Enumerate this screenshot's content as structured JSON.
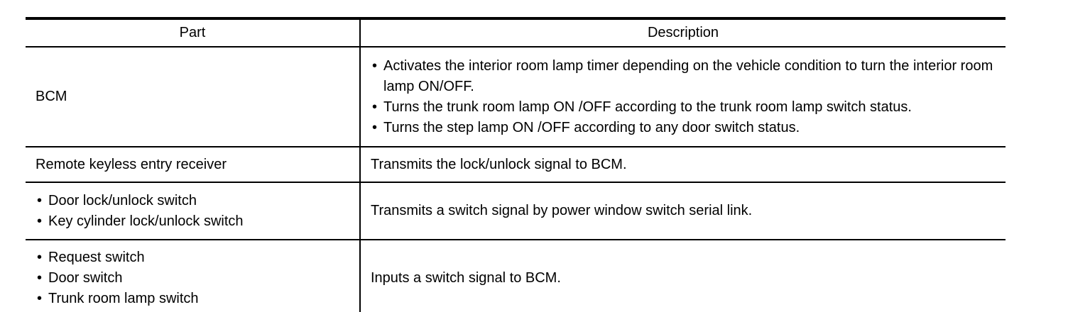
{
  "page": {
    "background_color": "#ffffff",
    "text_color": "#000000",
    "bullet_glyph": "•"
  },
  "table": {
    "headers": {
      "part": "Part",
      "description": "Description"
    },
    "rows": [
      {
        "part": {
          "text": "BCM"
        },
        "description": {
          "bullets": [
            "Activates the interior room lamp timer depending on the vehicle condition to turn the interior room lamp ON/OFF.",
            "Turns the trunk room lamp ON /OFF according to the trunk room lamp switch status.",
            "Turns the step lamp ON /OFF according to any door switch status."
          ]
        }
      },
      {
        "part": {
          "text": "Remote keyless entry receiver"
        },
        "description": {
          "text": "Transmits the lock/unlock signal to BCM."
        }
      },
      {
        "part": {
          "bullets": [
            "Door lock/unlock switch",
            "Key cylinder lock/unlock switch"
          ]
        },
        "description": {
          "text": "Transmits a switch signal by power window switch serial link."
        }
      },
      {
        "part": {
          "bullets": [
            "Request switch",
            "Door switch",
            "Trunk room lamp switch"
          ]
        },
        "description": {
          "text": "Inputs a switch signal to BCM."
        }
      }
    ]
  }
}
